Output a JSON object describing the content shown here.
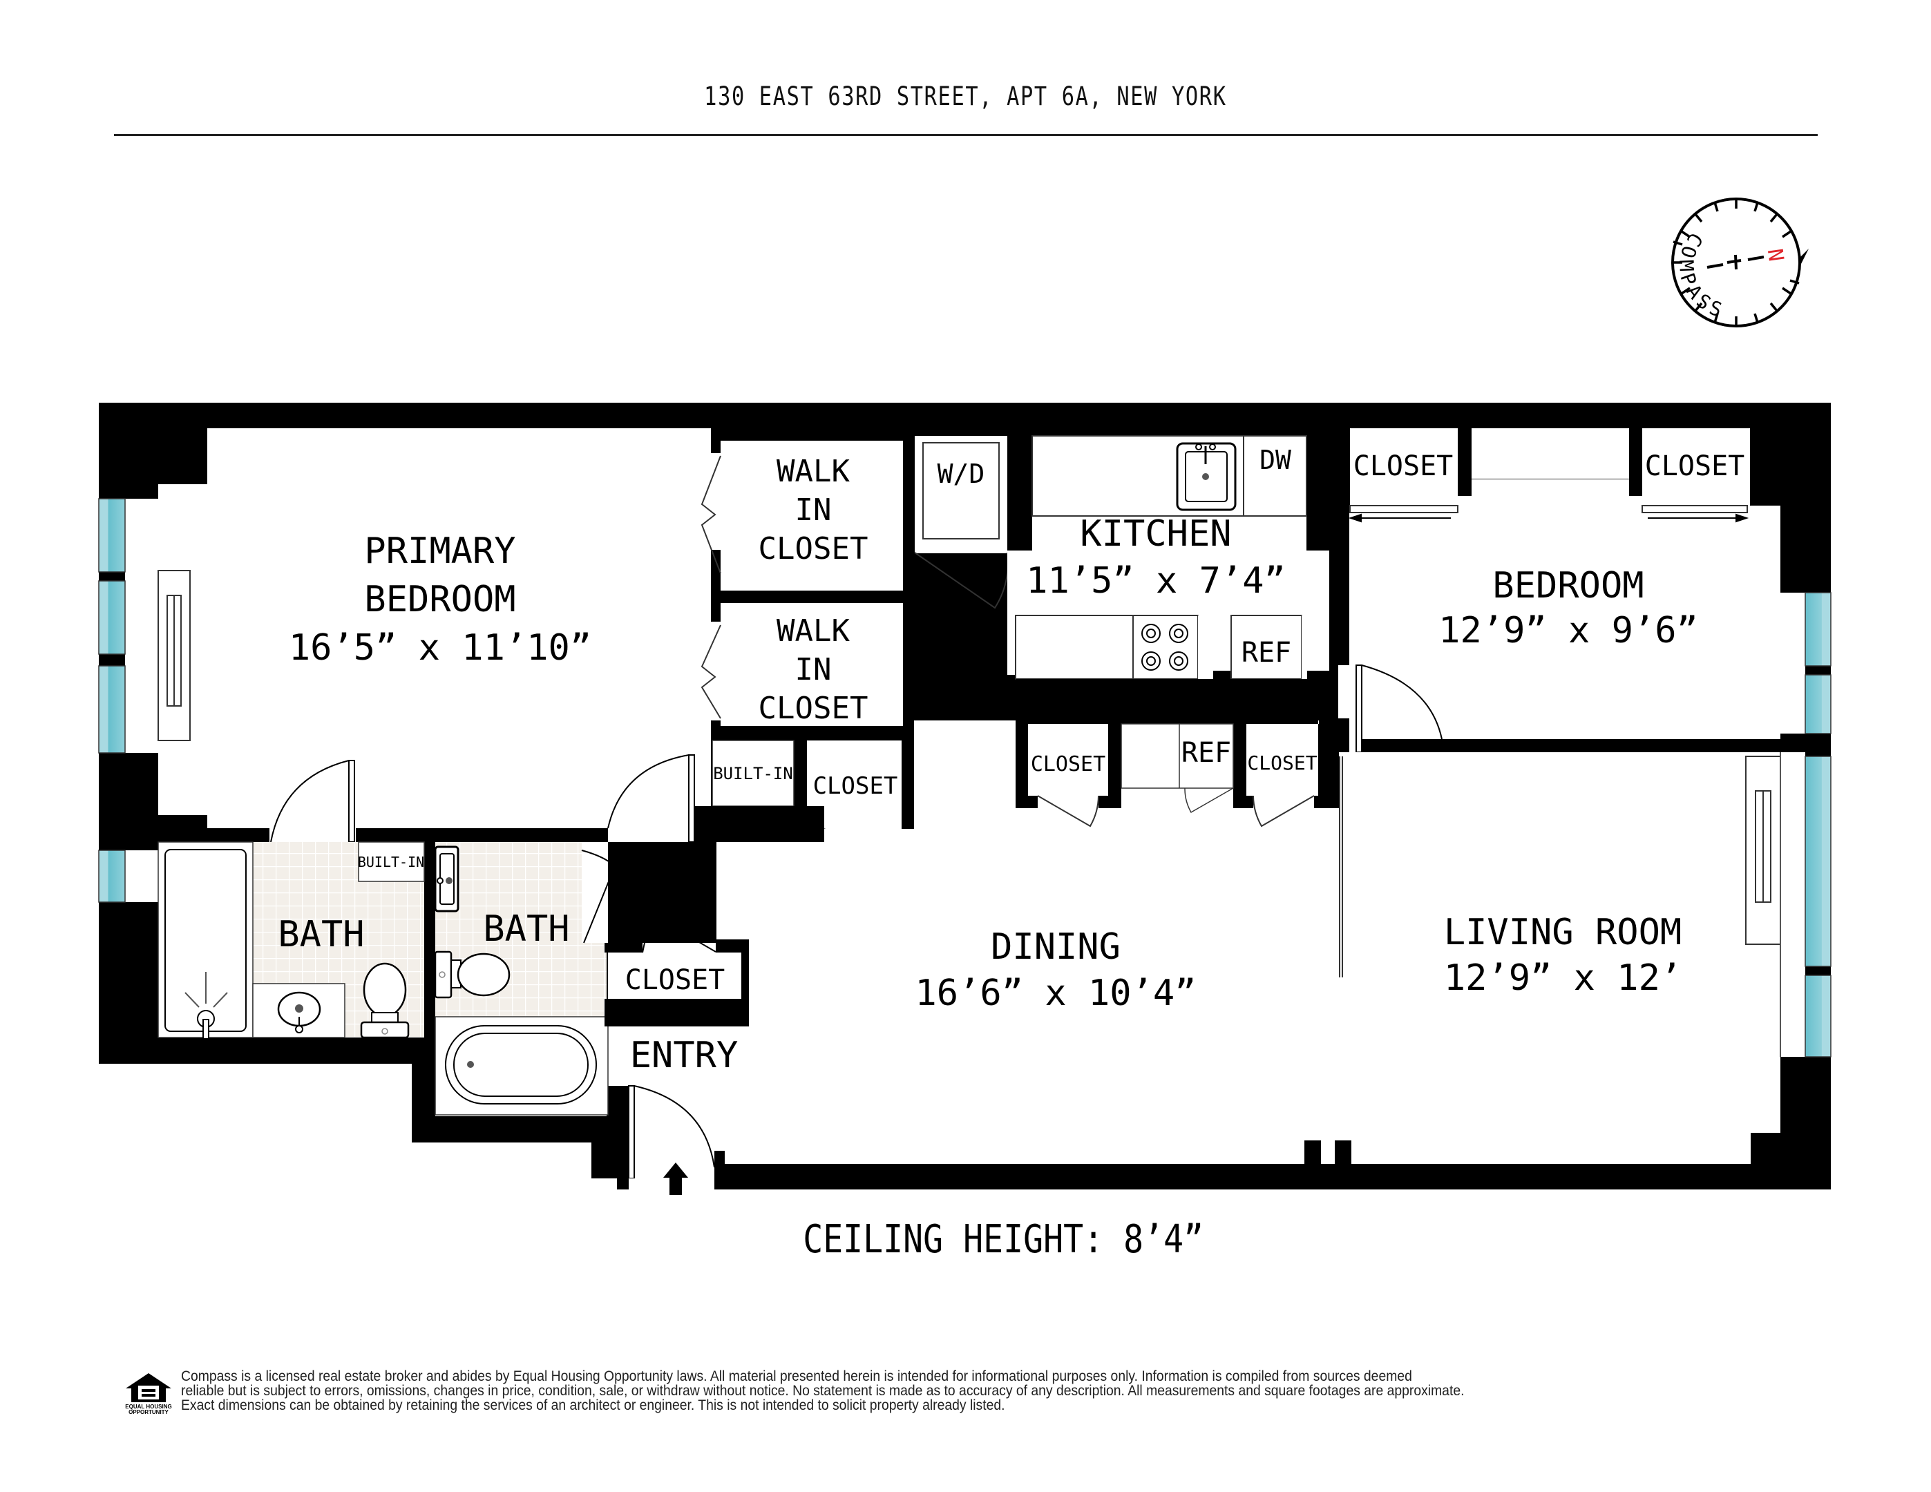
{
  "header": {
    "address": "130 EAST 63RD STREET, APT 6A, NEW YORK"
  },
  "compass": {
    "label": "COMPASS",
    "north": "N",
    "north_color": "#e0262b"
  },
  "colors": {
    "wall": "#000000",
    "window_glass": "#6fc2cf",
    "window_glass_light": "#a9dae2",
    "bath_tile": "#f3efe9"
  },
  "rooms": {
    "primary_bedroom": {
      "name_line1": "PRIMARY",
      "name_line2": "BEDROOM",
      "dims": "16’5” x 11’10”"
    },
    "walk_in_closet_1": {
      "line1": "WALK",
      "line2": "IN",
      "line3": "CLOSET"
    },
    "walk_in_closet_2": {
      "line1": "WALK",
      "line2": "IN",
      "line3": "CLOSET"
    },
    "built_in_hall": "BUILT-IN",
    "hall_closet": "CLOSET",
    "washer_dryer": "W/D",
    "kitchen": {
      "name": "KITCHEN",
      "dims": "11’5” x 7’4”"
    },
    "dishwasher": "DW",
    "kitchen_ref": "REF",
    "dining_closet_left": "CLOSET",
    "dining_ref": "REF",
    "dining_closet_right": "CLOSET",
    "bedroom_closet_left": "CLOSET",
    "bedroom_closet_right": "CLOSET",
    "bedroom": {
      "name": "BEDROOM",
      "dims": "12’9” x 9’6”"
    },
    "bath_1": {
      "name": "BATH",
      "built_in": "BUILT-IN"
    },
    "bath_2": {
      "name": "BATH"
    },
    "entry_closet": "CLOSET",
    "entry": "ENTRY",
    "dining": {
      "name": "DINING",
      "dims": "16’6” x 10’4”"
    },
    "living_room": {
      "name": "LIVING ROOM",
      "dims": "12’9” x 12’"
    }
  },
  "ceiling": {
    "text": "CEILING HEIGHT: 8’4”"
  },
  "footer": {
    "logo_label_1": "EQUAL HOUSING",
    "logo_label_2": "OPPORTUNITY",
    "disclaimer_lines": [
      "Compass is a licensed real estate broker and abides by Equal Housing Opportunity laws. All material presented herein is intended for informational purposes only. Information is compiled from sources deemed",
      "reliable but is subject to errors, omissions, changes in price, condition, sale, or withdraw without notice. No statement is made as to accuracy of any description. All measurements and square footages are approximate.",
      "Exact dimensions can be obtained by retaining the services of an architect or engineer. This is not intended to solicit property already listed."
    ]
  }
}
